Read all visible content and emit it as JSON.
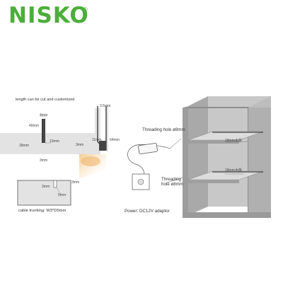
{
  "brand": {
    "name": "NISKO",
    "registered_mark": "®",
    "color": "#4cae3a"
  },
  "diagram": {
    "note_cut": "length can be cut and customized",
    "dims": {
      "d_3_5mm": "3.5mm",
      "d_4mm": "4mm",
      "d_40mm": "40mm",
      "d_10mm": "10mm",
      "d_18mm": "18mm",
      "d_3mm_a": "3mm",
      "d_3mm_b": "3mm",
      "d_11mm": "11mm",
      "d_64mm": "64mm",
      "d_3mm_c": "3mm",
      "d_3mm_d": "3mm",
      "d_5mm": "5mm"
    },
    "cable_trunking": "cable trunking:  W3*D5mm",
    "power": "Power: DC12V adaptor",
    "threading_hole_top": "Threading hole ø8mm",
    "threading_hole_bottom": "Threading hole ø8mm",
    "shelf_top": "18mm木板",
    "shelf_bottom": "18mm木板"
  },
  "colors": {
    "profile": "#3a3a3a",
    "panel": "#e2e2e2",
    "cabinet": "#b5b5b5",
    "cabinet_dark": "#8e8e8e",
    "glow": "#f3c98a"
  }
}
